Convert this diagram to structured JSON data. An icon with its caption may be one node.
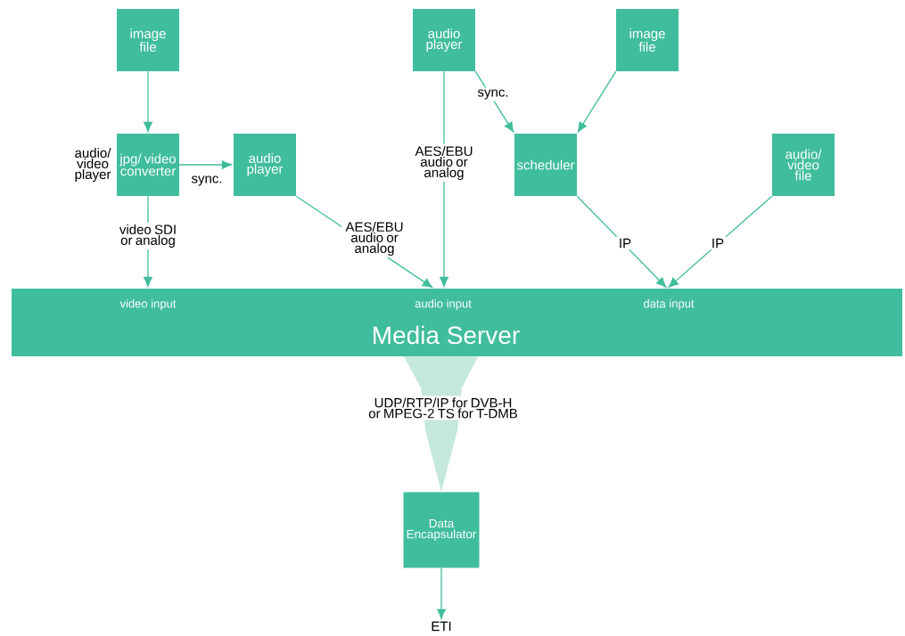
{
  "diagram": {
    "nodes": [
      {
        "text": [
          "image file"
        ]
      },
      {
        "text": [
          "jpg/ video converter"
        ],
        "beside": [
          "audio/ video player"
        ]
      },
      {
        "text": [
          "audio player"
        ]
      },
      {
        "text": [
          "audio player"
        ]
      },
      {
        "text": [
          "image file"
        ]
      },
      {
        "text": [
          "scheduler"
        ]
      },
      {
        "text": [
          "audio/ video file"
        ]
      },
      {
        "text": [
          "video input",
          "audio input",
          "data input",
          "Media Server"
        ]
      },
      {
        "text": [
          "Data Encapsulator"
        ]
      },
      {
        "text": [
          "ETI"
        ]
      }
    ],
    "edges": [
      {
        "from": 0,
        "to": 1,
        "arrow": "to"
      },
      {
        "from": 1,
        "to": 2,
        "arrow": "to",
        "label": "sync."
      },
      {
        "from": 1,
        "to": 7,
        "arrow": "to",
        "label": "video SDI or analog"
      },
      {
        "from": 2,
        "to": 7,
        "arrow": "to",
        "label": "AES/EBU audio or analog"
      },
      {
        "from": 3,
        "to": 7,
        "arrow": "to",
        "label": "AES/EBU audio or analog"
      },
      {
        "from": 3,
        "to": 5,
        "arrow": "to",
        "label": "sync."
      },
      {
        "from": 4,
        "to": 5,
        "arrow": "to"
      },
      {
        "from": 5,
        "to": 7,
        "arrow": "to",
        "label": "IP"
      },
      {
        "from": 6,
        "to": 7,
        "arrow": "to",
        "label": "IP"
      },
      {
        "from": 7,
        "to": 8,
        "arrow": "to",
        "label": "UDP/RTP/IP for DVB-H or MPEG-2 TS for T-DMB",
        "style": "thick",
        "color": "#c5e8dc"
      },
      {
        "from": 8,
        "to": 9,
        "arrow": "to"
      }
    ]
  }
}
